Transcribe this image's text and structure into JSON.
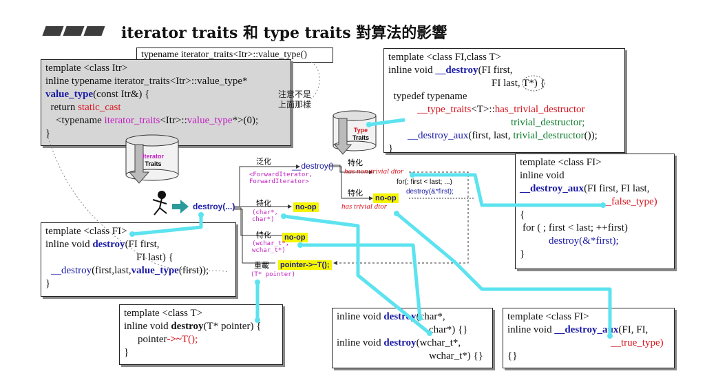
{
  "title": "iterator traits 和 type traits 對算法的影響",
  "top_label": "typename iterator_traits<Itr>::value_type()",
  "note_not_above": "注意不是\n上面那樣",
  "cyl_iterator": {
    "line1": "Iterator",
    "line2": "Traits"
  },
  "cyl_type": {
    "line1": "Type",
    "line2": "Traits"
  },
  "box_value_type": {
    "l1": "template <class Itr>",
    "l2": "inline typename iterator_traits<Itr>::value_type*",
    "l3a": "value_type",
    "l3b": "(const Itr&) {",
    "l4a": "  return ",
    "l4b": "static_cast",
    "l5a": "    <typename ",
    "l5b": "iterator_traits",
    "l5c": "<Itr>::",
    "l5d": "value_type",
    "l5e": "*>(0);",
    "l6": "}"
  },
  "box_destroy_tpl": {
    "l1": "template <class FI,class T>",
    "l2a": "inline void ",
    "l2b": "__destroy",
    "l2c": "(FI first,",
    "l3": "FI last, T*) {",
    "l4": "  typedef typename",
    "l5a": "__type_traits",
    "l5b": "<T>::",
    "l5c": "has_trivial_destructor",
    "l6": "trivial_destructor;",
    "l7a": "__destroy_aux",
    "l7b": "(first, last, ",
    "l7c": "trivial_destructor",
    "l7d": "());",
    "l8": "}"
  },
  "box_false_aux": {
    "l1": "template <class FI>",
    "l2": "inline void",
    "l3a": "__destroy_aux",
    "l3b": "(FI first, FI last,",
    "l4": "__false_type)",
    "l5": "{",
    "l6": "for ( ; first < last; ++first)",
    "l7": "destroy(&*first);",
    "l8": "}"
  },
  "box_destroy_fi": {
    "l1": "template <class FI>",
    "l2a": "inline void ",
    "l2b": "destroy",
    "l2c": "(FI first,",
    "l3": "FI last) {",
    "l4a": "__destroy",
    "l4b": "(first,last,",
    "l4c": "value_type",
    "l4d": "(first));",
    "l5": "}"
  },
  "box_destroy_t": {
    "l1": "template <class T>",
    "l2a": "inline void ",
    "l2b": "destroy",
    "l2c": "(T* pointer) {",
    "l3a": "pointer",
    "l3b": "->~",
    "l3c": "T();",
    "l4": "}"
  },
  "box_char": {
    "l1a": "inline void ",
    "l1b": "destroy",
    "l1c": "(char*,",
    "l2": "char*) {}",
    "l3a": "inline void ",
    "l3b": "destroy",
    "l3c": "(wchar_t*,",
    "l4": "wchar_t*) {}"
  },
  "box_true_aux": {
    "l1": "template <class FI>",
    "l2a": "inline void ",
    "l2b": "__destroy_aux",
    "l2c": "(FI, FI,",
    "l3": "__true_type)",
    "l4": "{}"
  },
  "flow": {
    "destroy_call": "destroy(...)",
    "generalize": "泛化",
    "destroy_paren": "__destroy()",
    "fi_pair": "<ForwardIterator,\nForwardIterator>",
    "special1": "特化",
    "special2": "特化",
    "special3": "特化",
    "special4": "特化",
    "overload": "重載",
    "has_nontrivial": "has non-trivial dtor",
    "has_trivial": "has trivial dtor",
    "for_loop": "for(; first < last; ...)",
    "destroy_first": "destroy(&*first);",
    "noop": "no-op",
    "char_pair": "(char*,\nchar*)",
    "wchar_pair": "(wchar_t*,\nwchar_t*)",
    "pointer_dtor": "pointer->~T();",
    "tptr": "(T* pointer)"
  },
  "colors": {
    "arrow": "#5ce3ef",
    "highlight": "#f5f500",
    "blue": "#1a1aa6",
    "red": "#d8141e"
  }
}
